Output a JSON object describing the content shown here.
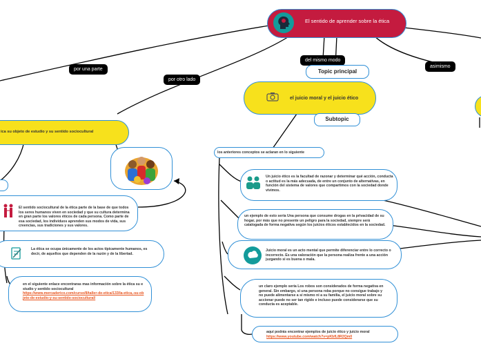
{
  "root": {
    "title": "El sentido de aprender sobre la ética"
  },
  "branch_labels": {
    "por_una_parte": "por una parte",
    "por_otro_lado": "por otro lado",
    "del_mismo_modo": "del mismo modo",
    "asimismo": "asimismo"
  },
  "topic_principal": "Topic principal",
  "juicio_node": "el juicio moral y el juicio ético",
  "subtopic": "Subtopic",
  "left_yellow": "ica su objeto de estudio y su sentido sociocultural",
  "left_nodes": {
    "sociocultural": "El sentido sociocultural de la ética parte de la base de que todos los seres humanos viven en sociedad y que su cultura determina en gran parte los valores éticos de cada persona. Como parte de esa sociedad, los individuos aprenden sus modos de vida, sus creencias, sus tradiciones y sus valores.",
    "ocupa": "La ética se ocupa únicamente de los actos típicamente humanos, es decir, de aquellos que dependen de la razón y de la libertad.",
    "enlace_text": "en el siguiente enlace encontraras mas información sobre la ética su estudio y sentido sociocultural",
    "enlace_url": "https://www.mercaderico.com/curso/8/taller-de-etica/133/la-etica,-su-objeto-de-estudio-y-su-sentido-sociocultural/"
  },
  "right_nodes": {
    "anteriores": "los anteriores conceptos se aclaran en lo siguiente",
    "juicio_etico": "Un juicio ético es la facultad de razonar y determinar qué acción, conducta o actitud es la más adecuada, de entre un conjunto de alternativas, en función del sistema de valores que compartimos con la sociedad donde vivimos.",
    "ejemplo_drogas": "un ejemplo de esto sería Una persona que consume drogas en la privacidad de su hogar, por más que no presente un peligro para la sociedad, siempre será catalogada de forma negativa según los juicios éticos establecidos en la sociedad.",
    "juicio_moral": "Juicio moral es un acto mental que permite diferenciar entre lo correcto o incorrecto. Es una valoración que la persona realiza frente a una acción juzgando si es buena o mala.",
    "ejemplo_robos": "un claro ejemplo seria Los robos son considerados de forma negativa en general. Sin embargo, si una persona roba porque no consigue trabajo y no puede alimentarse a sí mismo ni a su familia, el juicio moral sobre su accionar puede no ser tan rígido e incluso puede considerarse que su conducta es aceptable.",
    "youtube_text": "aquí podrás encontrar ejemplos de juicio ético y juicio moral",
    "youtube_url": "https://www.youtube.com/watch?v=pKbfL8R2Qm0"
  },
  "icons": {
    "root": "head-heart-icon",
    "camera": "camera-icon",
    "people": "people-icon",
    "brain": "brain-icon",
    "scales": "people-scale-icon",
    "checklist": "checklist-icon",
    "children": "children-illustration"
  },
  "colors": {
    "root": "#c41b3f",
    "yellow": "#f7e11c",
    "border": "#2f8fd6",
    "link": "#e8531c",
    "teal": "#139b9b"
  }
}
